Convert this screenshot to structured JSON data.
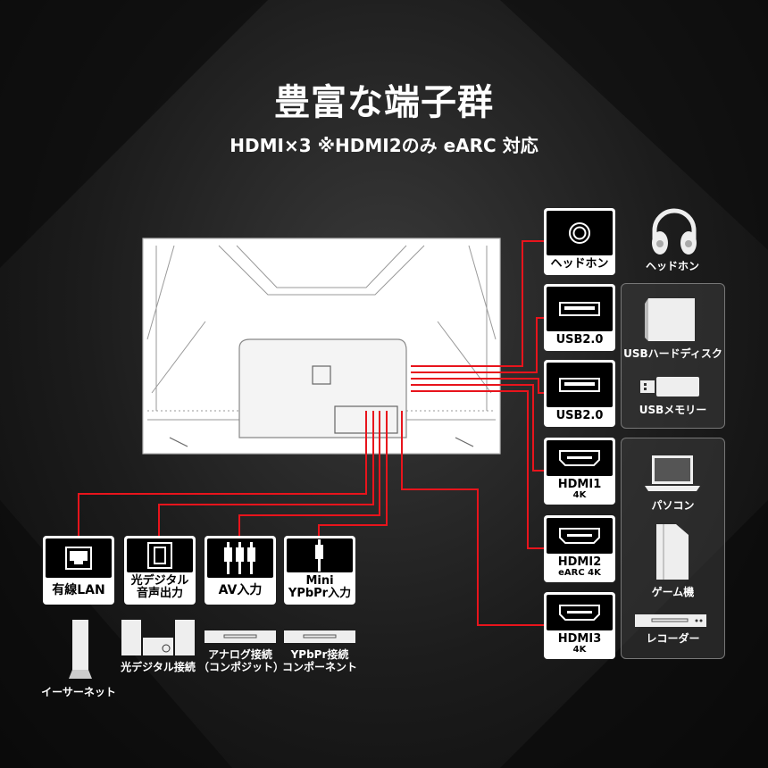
{
  "title": "豊富な端子群",
  "subtitle": "HDMI×3 ※HDMI2のみ eARC 対応",
  "colors": {
    "accent": "#e8141c",
    "background": "#1a1a1a"
  },
  "right_ports": [
    {
      "label": "ヘッドホン",
      "icon": "audio-jack-icon"
    },
    {
      "label": "USB2.0",
      "icon": "usb-port-icon"
    },
    {
      "label": "USB2.0",
      "icon": "usb-port-icon"
    },
    {
      "label": "HDMI1",
      "sub": "4K",
      "icon": "hdmi-port-icon"
    },
    {
      "label": "HDMI2",
      "sub": "eARC 4K",
      "icon": "hdmi-port-icon"
    },
    {
      "label": "HDMI3",
      "sub": "4K",
      "icon": "hdmi-port-icon"
    }
  ],
  "right_devices": {
    "headphone": "ヘッドホン",
    "usb_hdd": "USBハードディスク",
    "usb_memory": "USBメモリー",
    "pc": "パソコン",
    "game": "ゲーム機",
    "recorder": "レコーダー"
  },
  "bottom_ports": [
    {
      "label": "有線LAN"
    },
    {
      "label": "光デジタル",
      "label2": "音声出力"
    },
    {
      "label": "AV入力"
    },
    {
      "label": "Mini",
      "label2": "YPbPr入力"
    }
  ],
  "bottom_devices": [
    {
      "label": "イーサーネット"
    },
    {
      "label": "光デジタル接続"
    },
    {
      "label": "アナログ接続",
      "label2": "（コンポジット）"
    },
    {
      "label": "YPbPr接続",
      "label2": "コンポーネント"
    }
  ]
}
